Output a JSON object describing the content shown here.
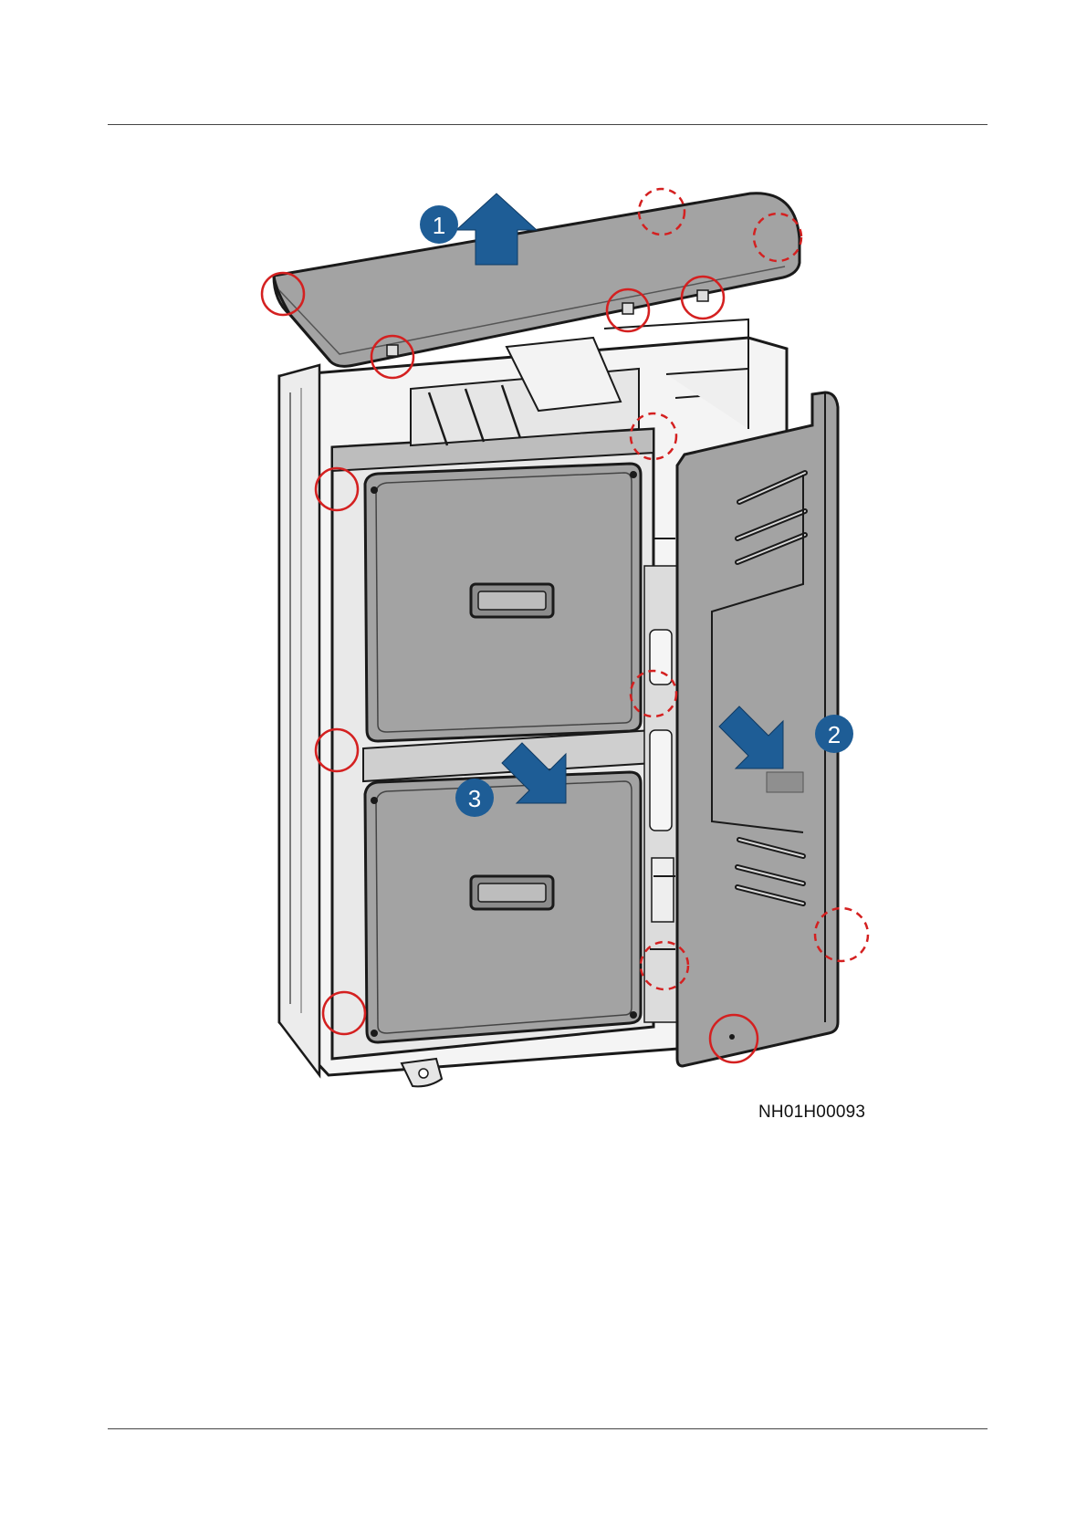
{
  "figure": {
    "id_label": "NH01H00093",
    "steps": [
      {
        "number": "1",
        "action": "lift-up"
      },
      {
        "number": "2",
        "action": "pull-out"
      },
      {
        "number": "3",
        "action": "pull-out"
      }
    ]
  },
  "colors": {
    "panel_gray": "#a3a3a3",
    "frame_light": "#f2f2f2",
    "outline": "#1a1a1a",
    "step_blue": "#1e5d96",
    "marker_red": "#d42020"
  }
}
